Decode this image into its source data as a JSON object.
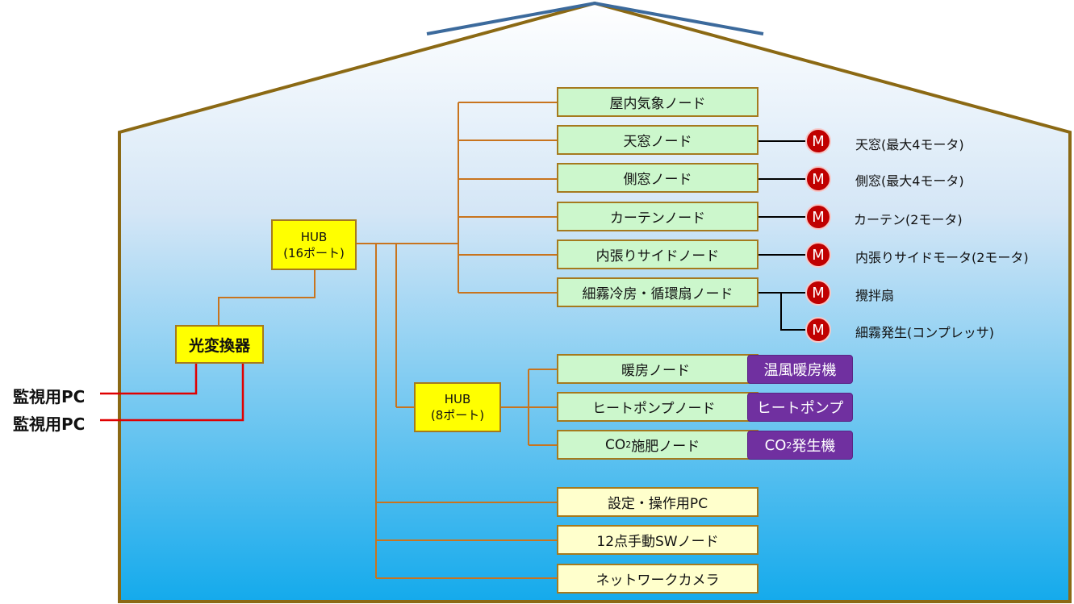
{
  "hub16": {
    "line1": "HUB",
    "line2": "(16ポート)"
  },
  "hub8": {
    "line1": "HUB",
    "line2": "(8ポート)"
  },
  "converter": "光変換器",
  "monitor_pcs": [
    "監視用PC",
    "監視用PC"
  ],
  "nodes": [
    "屋内気象ノード",
    "天窓ノード",
    "側窓ノード",
    "カーテンノード",
    "内張りサイドノード",
    "細霧冷房・循環扇ノード"
  ],
  "motor_symbol": "M",
  "motor_labels": [
    "天窓(最大4モータ)",
    "側窓(最大4モータ)",
    "カーテン(2モータ)",
    "内張りサイドモータ(2モータ)",
    "攪拌扇",
    "細霧発生(コンプレッサ)"
  ],
  "hub8_nodes": [
    {
      "node": "暖房ノード",
      "device": "温風暖房機"
    },
    {
      "node": "ヒートポンプノード",
      "device": "ヒートポンプ"
    },
    {
      "node_pre": "CO",
      "node_sub": "2",
      "node_post": "施肥ノード",
      "device_pre": "CO",
      "device_sub": "2",
      "device_post": "発生機"
    }
  ],
  "bottom_nodes": [
    "設定・操作用PC",
    "12点手動SWノード",
    "ネットワークカメラ"
  ],
  "colors": {
    "wall": "#8b6914",
    "roof_top": "#3c6a9c",
    "sky_top": "#ffffff",
    "sky_bottom": "#14aaec",
    "orange_line": "#c8741e",
    "red_line": "#e00000"
  }
}
